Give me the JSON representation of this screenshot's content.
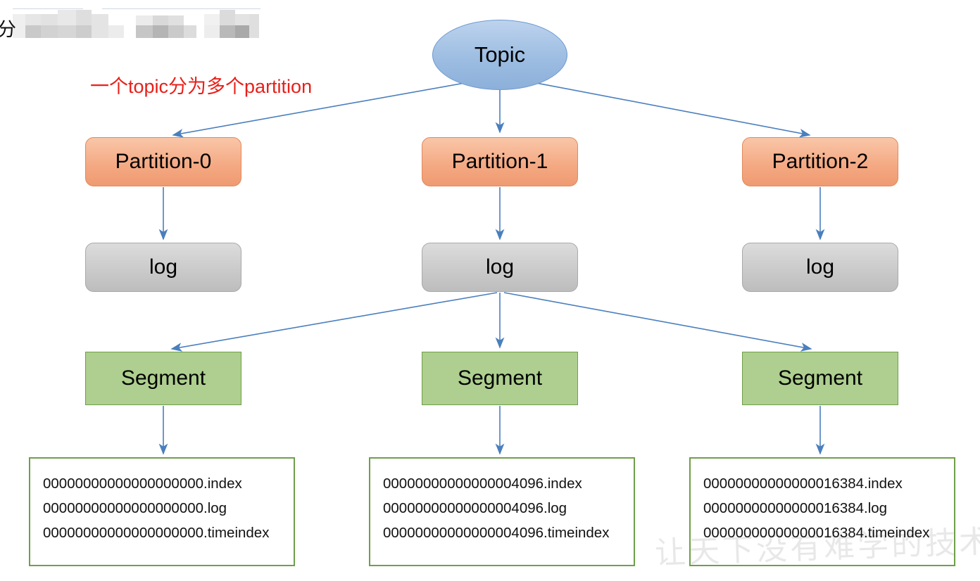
{
  "diagram": {
    "title_node": {
      "label": "Topic"
    },
    "annotation": {
      "text": "一个topic分为多个partition",
      "color": "#e8201a"
    },
    "redacted_header": {
      "partial_char": "分",
      "description": "pixelated-redacted-text"
    },
    "watermark": {
      "text": "让天下没有难学的技术"
    },
    "columns": [
      {
        "partition": "Partition-0",
        "log": "log",
        "segment": "Segment",
        "files": [
          "00000000000000000000.index",
          "00000000000000000000.log",
          "00000000000000000000.timeindex"
        ]
      },
      {
        "partition": "Partition-1",
        "log": "log",
        "segment": "Segment",
        "files": [
          "00000000000000004096.index",
          "00000000000000004096.log",
          "00000000000000004096.timeindex"
        ]
      },
      {
        "partition": "Partition-2",
        "log": "log",
        "segment": "Segment",
        "files": [
          "00000000000000016384.index",
          "00000000000000016384.log",
          "00000000000000016384.timeindex"
        ]
      }
    ],
    "colors": {
      "topic_fill": "#9dbde2",
      "topic_stroke": "#6f9ad1",
      "partition_fill": "#f4a882",
      "partition_stroke": "#e08a5d",
      "log_fill": "#c9c9c9",
      "log_stroke": "#a9a9a9",
      "segment_fill": "#aecf8f",
      "segment_stroke": "#6f9f4a",
      "connector": "#4a7fbd",
      "annotation": "#e8201a"
    }
  }
}
